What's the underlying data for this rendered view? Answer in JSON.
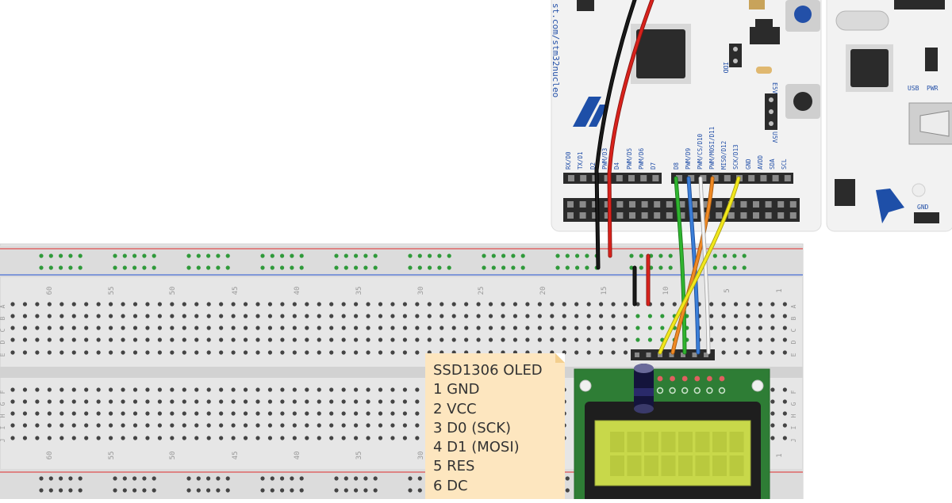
{
  "nucleo": {
    "url_text": "st.com/stm32nucleo",
    "header_pins": [
      "RX/D0",
      "TX/D1",
      "D2",
      "PWM/D3",
      "D4",
      "PWM/D5",
      "PWM/D6",
      "D7",
      "D8",
      "PWM/D9",
      "PWM/CS/D10",
      "PWM/MOSI/D11",
      "MISO/D12",
      "SCK/D13",
      "GND",
      "AVDD",
      "SDA",
      "SCL"
    ],
    "idd_label": "IDD",
    "e5v_label": "E5V",
    "u5v_label": "U5V",
    "usb_label": "USB",
    "pwr_label": "PWR",
    "gnd_label": "GND"
  },
  "breadboard": {
    "column_numbers": [
      "60",
      "55",
      "50",
      "45",
      "40",
      "35",
      "30",
      "25",
      "20",
      "15",
      "10",
      "5",
      "1"
    ],
    "row_letters_top": [
      "A",
      "B",
      "C",
      "D",
      "E"
    ],
    "row_letters_bottom": [
      "F",
      "G",
      "H",
      "I",
      "J"
    ]
  },
  "note": {
    "lines": [
      "SSD1306 OLED",
      "1 GND",
      "2 VCC",
      "3 D0 (SCK)",
      "4 D1 (MOSI)",
      "5 RES",
      "6 DC"
    ]
  },
  "colors": {
    "wire_black": "#1a1a1a",
    "wire_red": "#d9221c",
    "wire_green": "#2fb52f",
    "wire_blue": "#3b7fd9",
    "wire_orange": "#f08a24",
    "wire_white": "#f4f4f4",
    "wire_yellow": "#f2e81c",
    "pcb_green": "#2e7d35",
    "lcd_screen": "#c8d84a"
  }
}
